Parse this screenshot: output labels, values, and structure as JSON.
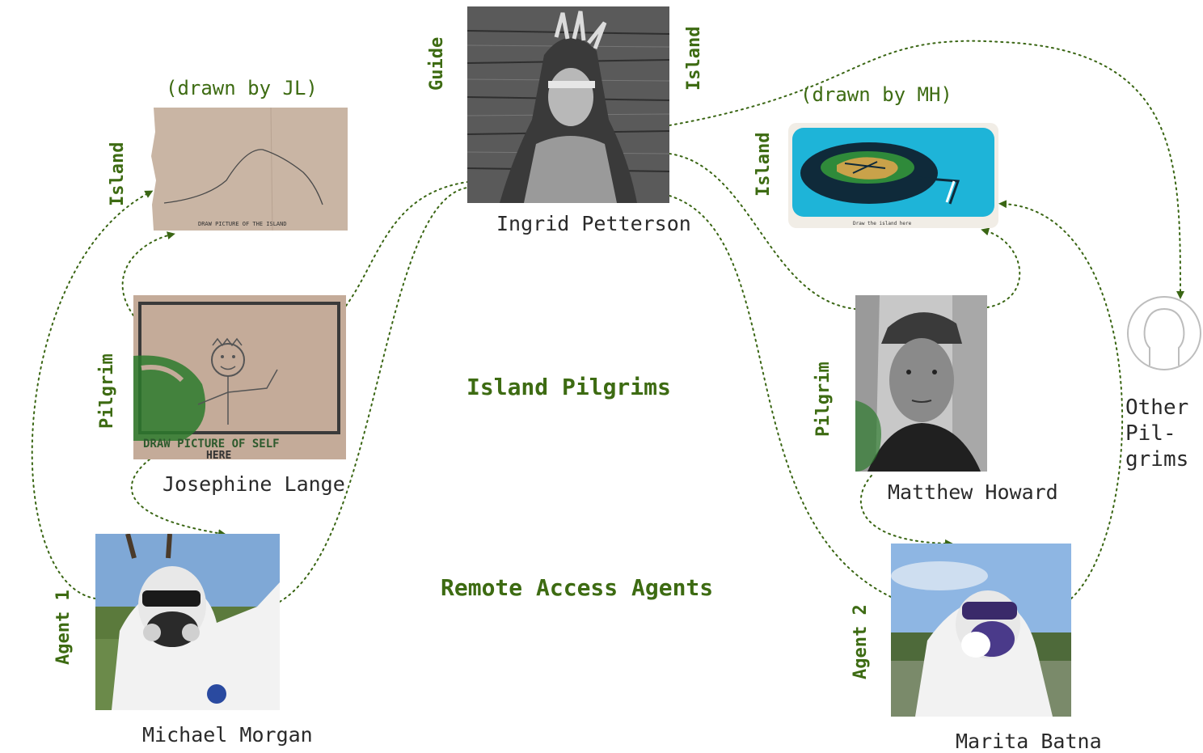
{
  "headings": {
    "island_pilgrims": "Island Pilgrims",
    "remote_access_agents": "Remote Access Agents"
  },
  "people": {
    "ingrid": "Ingrid Petterson",
    "josephine": "Josephine Lange",
    "matthew": "Matthew Howard",
    "michael": "Michael Morgan",
    "marita": "Marita Batna"
  },
  "credits": {
    "jl": "(drawn by JL)",
    "mh": "(drawn by MH)"
  },
  "roles": {
    "guide": "Guide",
    "island_ingrid": "Island",
    "island_jl": "Island",
    "island_mh": "Island",
    "pilgrim_jl": "Pilgrim",
    "pilgrim_mh": "Pilgrim",
    "agent1": "Agent 1",
    "agent2": "Agent 2"
  },
  "drawing_captions": {
    "jl_island": "DRAW PICTURE OF THE ISLAND",
    "jl_self": "DRAW PICTURE OF SELF",
    "jl_self_2": "HERE",
    "mh_island": "Draw the island here"
  },
  "other_pilgrims": [
    "Other",
    "Pil-",
    "grims"
  ],
  "colors": {
    "accent_green": "#3d6b12",
    "connector": "#3a6614",
    "text": "#2a2a2a"
  },
  "icons": {
    "other_pilgrims": "person-silhouette-icon"
  }
}
